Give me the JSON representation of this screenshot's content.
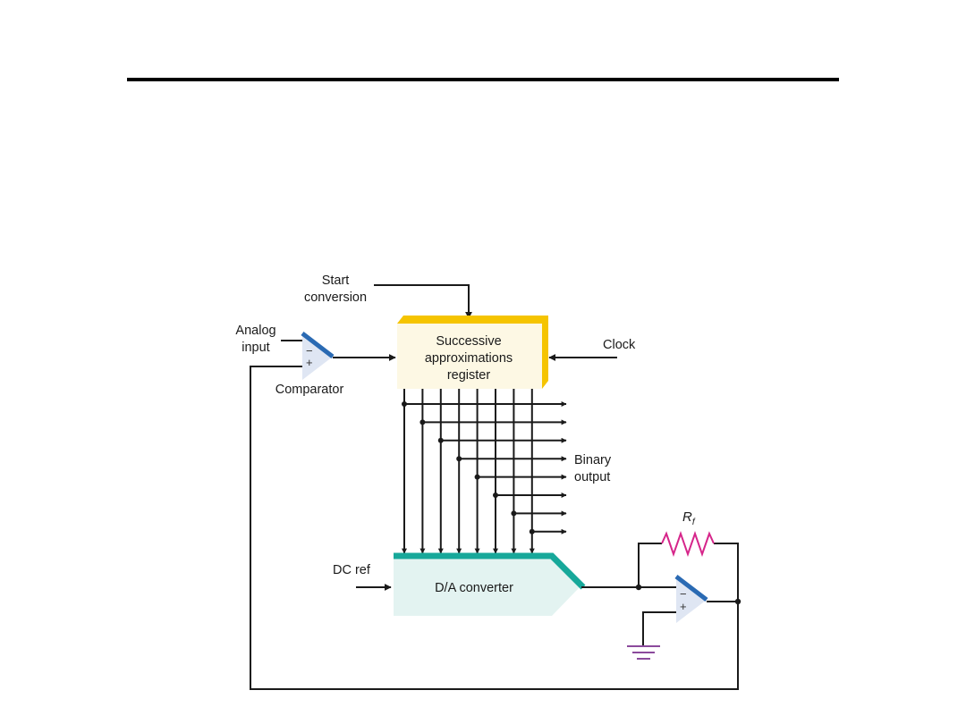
{
  "labels": {
    "start_line1": "Start",
    "start_line2": "conversion",
    "analog_line1": "Analog",
    "analog_line2": "input",
    "comparator": "Comparator",
    "sar_line1": "Successive",
    "sar_line2": "approximations",
    "sar_line3": "register",
    "clock": "Clock",
    "binary_line1": "Binary",
    "binary_line2": "output",
    "dc_ref": "DC ref",
    "dac": "D/A converter",
    "rf_main": "R",
    "rf_sub": "f"
  },
  "opamp_signs": {
    "minus": "−",
    "plus": "+"
  },
  "output_bits": 8,
  "colors": {
    "sar_fill": "#fdf8e4",
    "sar_border": "#f5c400",
    "dac_fill": "#e3f3f1",
    "dac_border": "#17a89a",
    "opamp_fill": "#dfe6f3",
    "opamp_edge": "#2a6ab3",
    "resistor": "#d6258a",
    "ground": "#8b4a9c",
    "rule": "#000000"
  }
}
